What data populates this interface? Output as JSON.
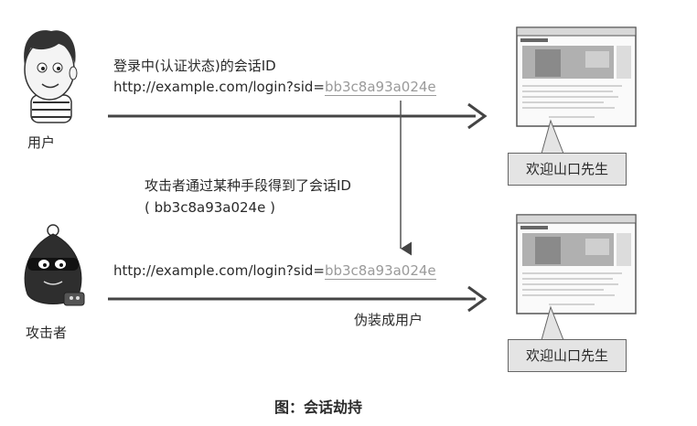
{
  "user": {
    "label": "用户",
    "line1": "登录中(认证状态)的会话ID",
    "url_prefix": "http://example.com/login?sid=",
    "sid": "bb3c8a93a024e"
  },
  "attacker": {
    "label": "攻击者",
    "url_prefix": "http://example.com/login?sid=",
    "sid": "bb3c8a93a024e",
    "action": "伪装成用户"
  },
  "middle": {
    "line1": "攻击者通过某种手段得到了会话ID",
    "line2": "( bb3c8a93a024e )"
  },
  "browser_top": {
    "greeting": "欢迎山口先生"
  },
  "browser_bottom": {
    "greeting": "欢迎山口先生"
  },
  "figure_caption": "图：会话劫持"
}
